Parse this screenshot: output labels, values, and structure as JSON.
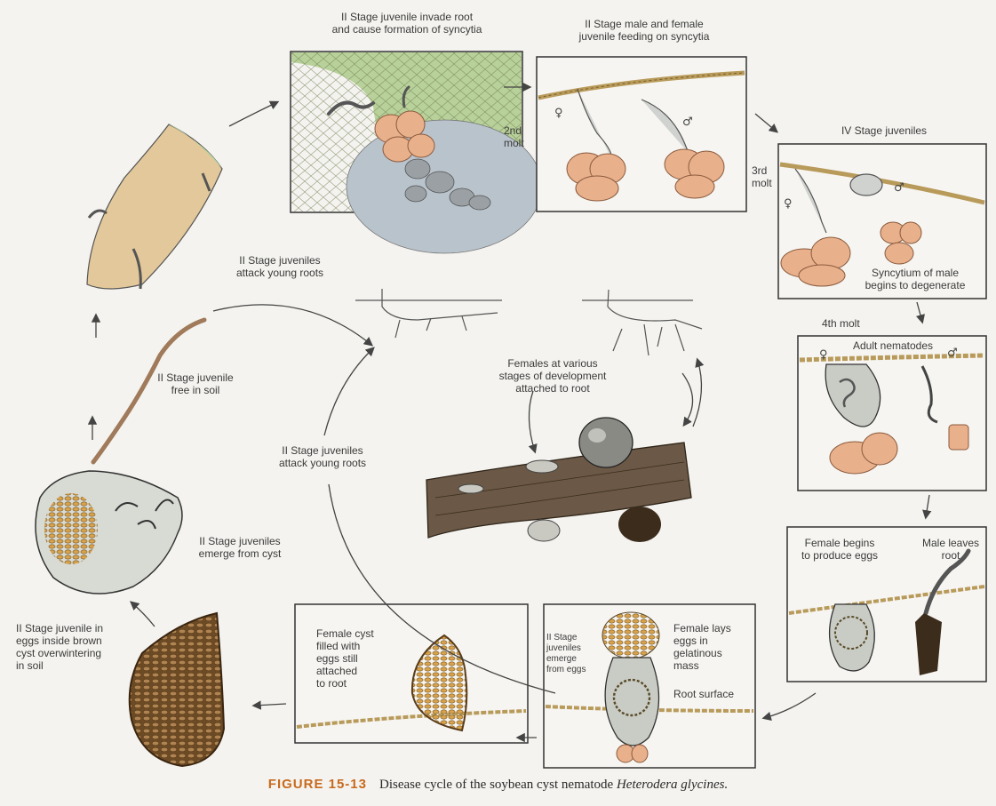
{
  "labels": {
    "invade_root": "II Stage juvenile invade root\nand cause formation of syncytia",
    "feeding": "II Stage male and female\njuvenile feeding on syncytia",
    "molt_2nd": "2nd\nmolt",
    "iv_stage": "IV Stage juveniles",
    "molt_3rd": "3rd\nmolt",
    "syncytium_male": "Syncytium of male\nbegins to degenerate",
    "molt_4th": "4th molt",
    "adult_nematodes": "Adult nematodes",
    "attack_young_roots_top": "II Stage juveniles\nattack young roots",
    "free_in_soil": "II Stage juvenile\nfree in soil",
    "females_various": "Females at various\nstages of development\nattached to root",
    "attack_young_roots_mid": "II Stage juveniles\nattack young roots",
    "emerge_from_cyst": "II Stage juveniles\nemerge from cyst",
    "eggs_in_cyst": "II Stage juvenile in\neggs inside brown\ncyst overwintering\nin soil",
    "female_cyst": "Female cyst\nfilled with\neggs still\nattached\nto root",
    "emerge_from_eggs": "II Stage\njuveniles\nemerge\nfrom eggs",
    "female_lays_eggs": "Female lays\neggs in\ngelatinous\nmass",
    "root_surface": "Root surface",
    "female_begins": "Female begins\nto produce eggs",
    "male_leaves": "Male leaves\nroot"
  },
  "symbols": {
    "female": "♀",
    "male": "♂"
  },
  "caption": {
    "figure": "FIGURE 15-13",
    "text": "Disease cycle of the soybean cyst nematode ",
    "species": "Heterodera glycines."
  },
  "colors": {
    "syncytia": "#e9b08c",
    "root_green": "#a9c98a",
    "cyst_brown": "#8b6a3e",
    "eggs": "#d6a24a",
    "caption_accent": "#c86a1e"
  }
}
